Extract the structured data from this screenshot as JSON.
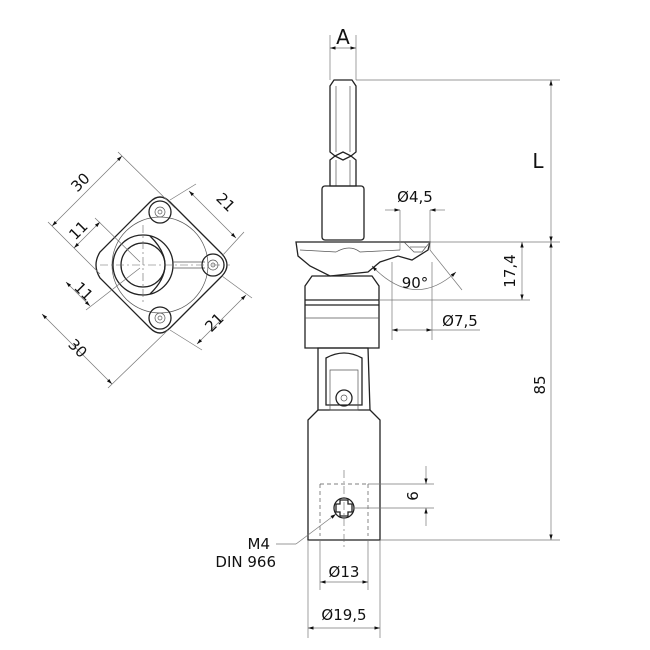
{
  "dimensions": {
    "a": "A",
    "l": "L",
    "hole_dia": "Ø4,5",
    "angle": "90°",
    "counterbore_dia": "Ø7,5",
    "height_17": "17,4",
    "length_85": "85",
    "screw_offset": "6",
    "screw_size": "M4",
    "screw_standard": "DIN 966",
    "dia_13": "Ø13",
    "dia_19": "Ø19,5",
    "flange_30_top": "30",
    "flange_30_bottom": "30",
    "flange_11_top": "11",
    "flange_11_bottom": "11",
    "flange_21_top": "21",
    "flange_21_bottom": "21"
  }
}
